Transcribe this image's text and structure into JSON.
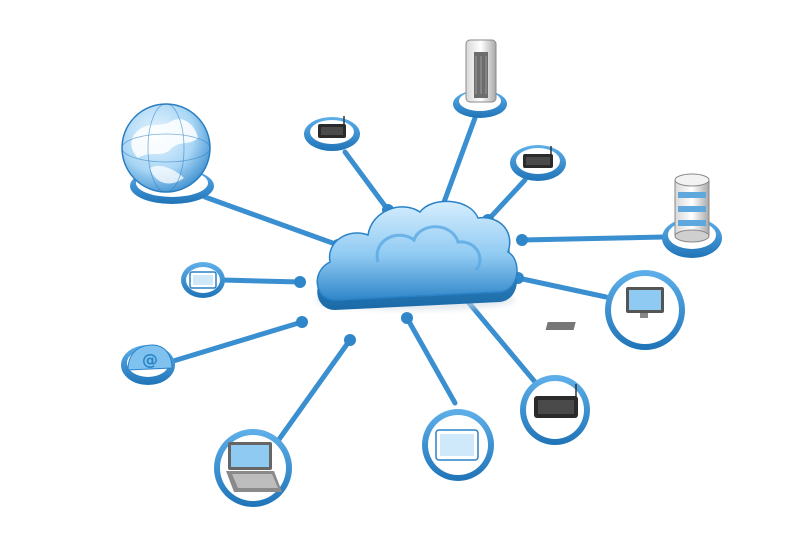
{
  "colors": {
    "cable": "#3a8fd0",
    "cable_dark": "#1f6fae",
    "ring_fill": "#ffffff",
    "cloud_light": "#bfe2fb",
    "cloud_mid": "#6fb8ec",
    "cloud_dark": "#2a82c7",
    "device_gray": "#555555",
    "screen_blue": "#7fc1ef"
  },
  "diagram": {
    "hub": {
      "icon": "cloud-icon"
    },
    "nodes": [
      {
        "name": "globe",
        "icon": "globe-icon"
      },
      {
        "name": "server-tower",
        "icon": "server-icon"
      },
      {
        "name": "router-top",
        "icon": "router-icon"
      },
      {
        "name": "router-right",
        "icon": "router-icon"
      },
      {
        "name": "database",
        "icon": "database-icon"
      },
      {
        "name": "monitor",
        "icon": "monitor-icon"
      },
      {
        "name": "router-bottom-right",
        "icon": "router-icon"
      },
      {
        "name": "tablet",
        "icon": "tablet-icon"
      },
      {
        "name": "laptop",
        "icon": "laptop-icon"
      },
      {
        "name": "email",
        "icon": "email-icon"
      },
      {
        "name": "phone",
        "icon": "mobile-phone-icon"
      }
    ]
  }
}
